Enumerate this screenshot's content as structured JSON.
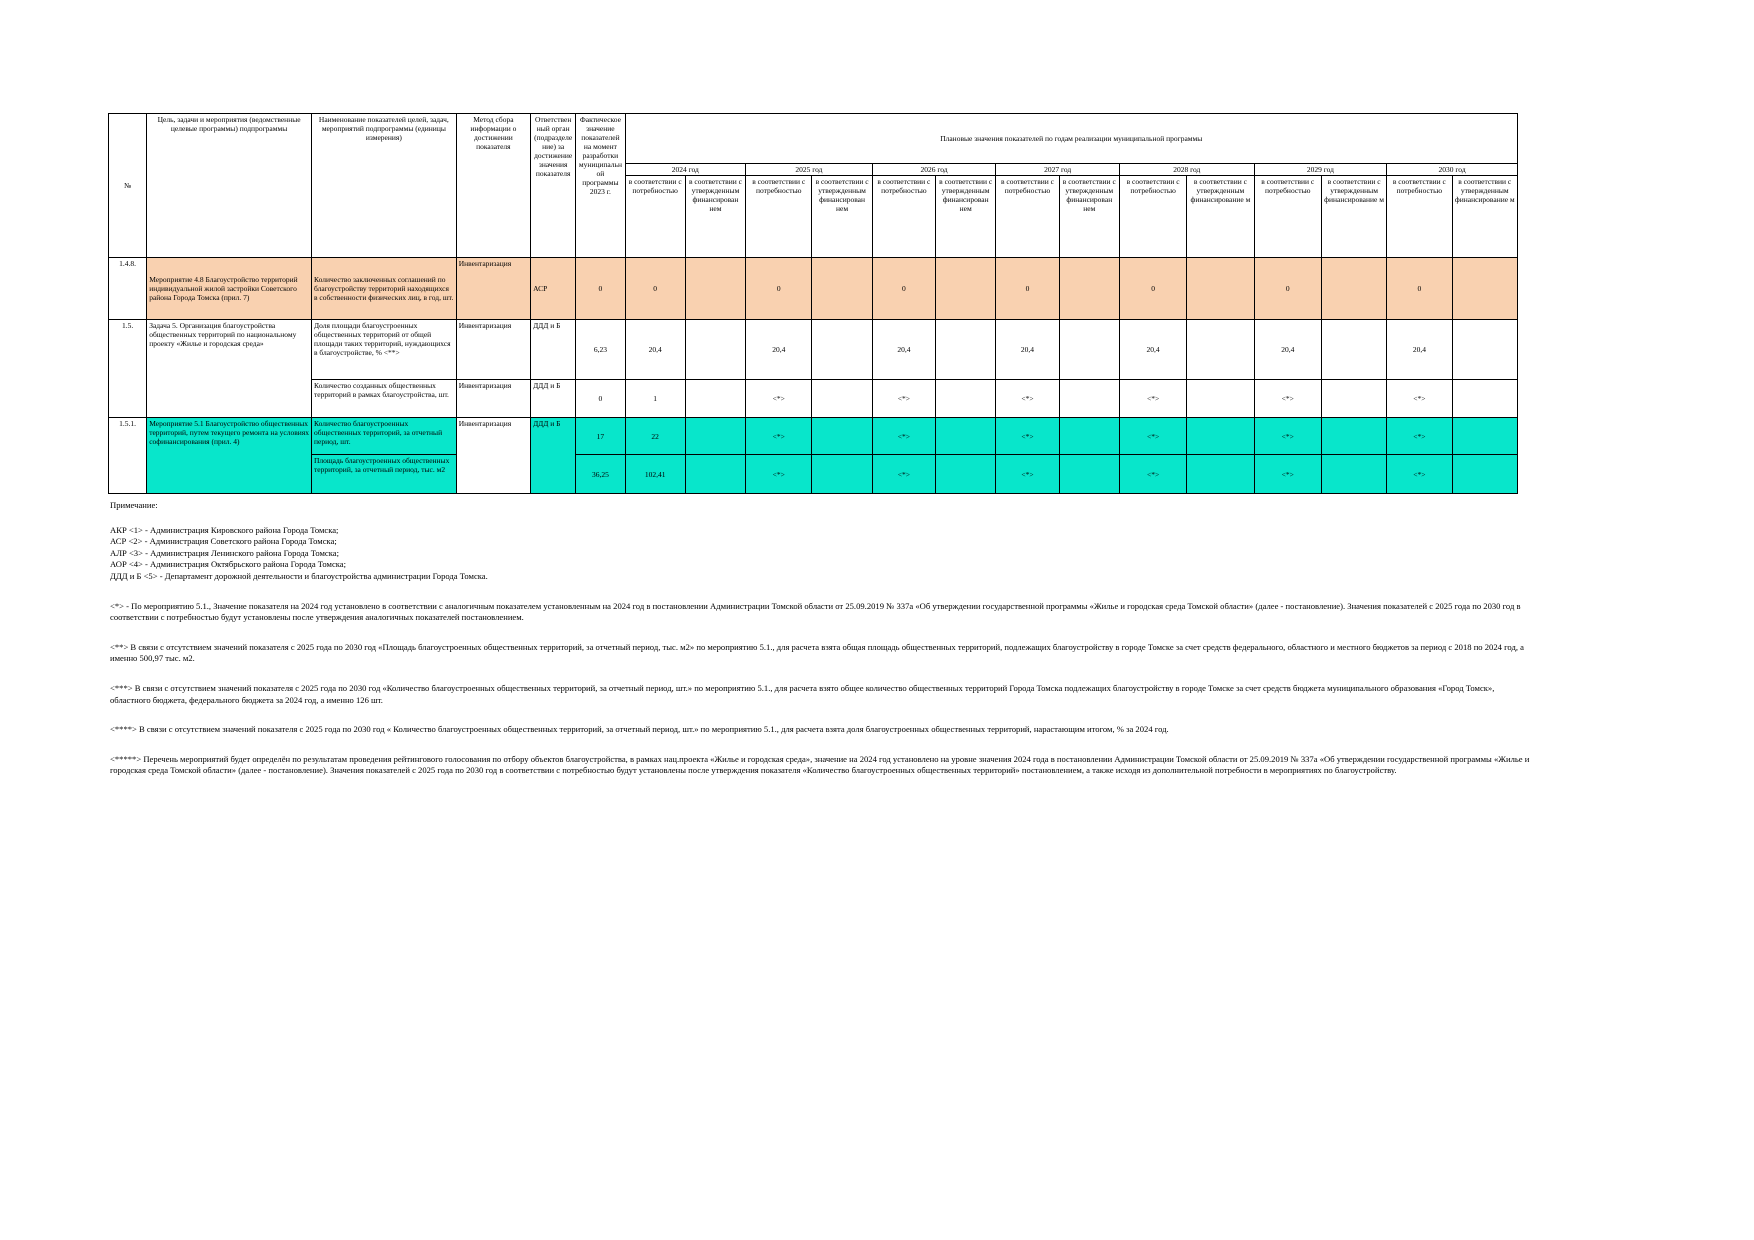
{
  "header": {
    "num": "№",
    "goal": "Цель, задачи и мероприятия (ведомственные целевые программы) подпрограммы",
    "indicator": "Наименование показателей целей, задач, мероприятий подпрограммы (единицы измерения)",
    "method": "Метод сбора информации о достижении показателя",
    "responsible": "Ответственный орган (подразделение) за достижение значения показателя",
    "actual": "Фактическое значение показателей на момент разработки муниципальной программы 2023 г.",
    "planned": "Плановые значения показателей по годам реализации муниципальной программы",
    "years": [
      "2024 год",
      "2025 год",
      "2026 год",
      "2027 год",
      "2028 год",
      "2029 год",
      "2030 год"
    ],
    "sub_need": "в соответствии с потребностью",
    "sub_fin": [
      "в соответствии с утвержденным финансирован нем",
      "в соответствии с утвержденным финансирован нем",
      "в соответствии с утвержденным финансирован нем",
      "в соответствии с утвержденным финансирован нем",
      "в соответствии с утвержденным финансирование м",
      "в соответствии с утвержденным финансирование м",
      "в соответствии с утвержденным финансирование м"
    ]
  },
  "rows": [
    {
      "num": "1.4.8.",
      "goal": "Мероприятие 4.8 Благоустройство территорий индивидуальной жилой застройки Советского района Города Томска (прил. 7)",
      "indicator": "Количество заключенных соглашений по благоустройству территорий находящихся в собственности физических лиц, в год, шт.",
      "method": "Инвентаризация",
      "responsible": "АСР",
      "actual": "0",
      "values": [
        "0",
        "",
        "0",
        "",
        "0",
        "",
        "0",
        "",
        "0",
        "",
        "0",
        "",
        "0",
        ""
      ]
    },
    {
      "num": "1.5.",
      "goal": "Задача 5. Организация благоустройства общественных территорий по национальному проекту «Жилье и городская среда»",
      "indicator": "Доля площади благоустроенных общественных территорий от общей площади таких территорий, нуждающихся в благоустройстве, % <**>",
      "method": "Инвентаризация",
      "responsible": "ДДД и Б",
      "actual": "6,23",
      "values": [
        "20,4",
        "",
        "20,4",
        "",
        "20,4",
        "",
        "20,4",
        "",
        "20,4",
        "",
        "20,4",
        "",
        "20,4",
        ""
      ]
    },
    {
      "indicator": "Количество созданных общественных территорий в рамках благоустройства, шт.",
      "method": "Инвентаризация",
      "responsible": "ДДД и Б",
      "actual": "0",
      "values": [
        "1",
        "",
        "<*>",
        "",
        "<*>",
        "",
        "<*>",
        "",
        "<*>",
        "",
        "<*>",
        "",
        "<*>",
        ""
      ]
    },
    {
      "num": "1.5.1.",
      "goal": "Мероприятие 5.1 Благоустройство общественных территорий, путем текущего ремонта на условиях софинансирования (прил. 4)",
      "indicator": "Количество благоустроенных общественных территорий, за отчетный период, шт.",
      "method": "Инвентаризация",
      "responsible": "ДДД и Б",
      "actual": "17",
      "values": [
        "22",
        "",
        "<*>",
        "",
        "<*>",
        "",
        "<*>",
        "",
        "<*>",
        "",
        "<*>",
        "",
        "<*>",
        ""
      ]
    },
    {
      "indicator": "Площадь благоустроенных общественных территорий, за отчетный период, тыс. м2",
      "actual": "36,25",
      "values": [
        "102,41",
        "",
        "<*>",
        "",
        "<*>",
        "",
        "<*>",
        "",
        "<*>",
        "",
        "<*>",
        "",
        "<*>",
        ""
      ]
    }
  ],
  "notes": {
    "title": "Примечание:",
    "abbreviations": [
      "АКР <1> - Администрация Кировского района Города Томска;",
      "АСР <2> - Администрация Советского района Города Томска;",
      "АЛР <3> - Администрация Ленинского района Города Томска;",
      "АОР <4> - Администрация Октябрьского района Города Томска;",
      "ДДД и Б <5> - Департамент дорожной деятельности и благоустройства администрации Города Томска."
    ],
    "footnotes": [
      "<*> - По мероприятию 5.1., Значение показателя на 2024 год установлено в соответствии с аналогичным показателем установленным на 2024 год в постановлении Администрации Томской области от 25.09.2019 № 337а «Об утверждении государственной программы «Жилье и городская среда Томской области» (далее - постановление). Значения показателей с 2025 года по 2030 год в соответствии с потребностью будут установлены после утверждения аналогичных показателей постановлением.",
      "<**> В связи с отсутствием значений показателя с 2025 года по 2030 год «Площадь благоустроенных общественных территорий, за отчетный период, тыс. м2» по мероприятию 5.1., для расчета взята общая площадь общественных территорий, подлежащих благоустройству в городе Томске за счет средств федерального, областного и местного бюджетов за период с 2018 по 2024 год, а именно 500,97 тыс. м2.",
      "<***> В связи с отсутствием значений показателя с 2025 года по 2030 год «Количество благоустроенных общественных территорий, за отчетный период, шт.» по мероприятию 5.1., для расчета взято общее количество общественных территорий Города Томска подлежащих благоустройству в городе Томске за счет средств бюджета муниципального образования «Город Томск», областного бюджета, федерального бюджета за 2024 год, а именно 126 шт.",
      "<****> В связи с отсутствием значений показателя с 2025 года по 2030 год « Количество благоустроенных общественных территорий, за отчетный период, шт.» по мероприятию 5.1., для расчета взята доля благоустроенных общественных территорий, нарастающим итогом, % за 2024 год.",
      "<*****> Перечень мероприятий будет определён по результатам проведения рейтингового голосования по отбору объектов благоустройства, в рамках нац.проекта «Жилье и городская среда», значение на 2024 год установлено на уровне значения 2024 года в постановлении Администрации Томской области от 25.09.2019 № 337а «Об утверждении государственной программы «Жилье и городская среда Томской области» (далее - постановление). Значения показателей с 2025 года по 2030 год в соответствии с потребностью будут установлены после утверждения показателя «Количество благоустроенных общественных территорий» постановлением, а также исходя из дополнительной потребности в мероприятиях по благоустройству."
    ]
  }
}
